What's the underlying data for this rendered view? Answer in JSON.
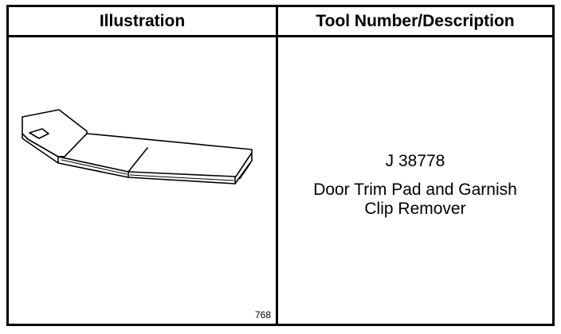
{
  "table": {
    "headers": {
      "illustration": "Illustration",
      "description": "Tool Number/Description"
    },
    "row": {
      "figure_number": "768",
      "tool_number": "J 38778",
      "tool_name_line1": "Door Trim Pad and Garnish",
      "tool_name_line2": "Clip Remover"
    }
  },
  "icons": {
    "tool_drawing": "clip-remover-tool-drawing-icon"
  }
}
